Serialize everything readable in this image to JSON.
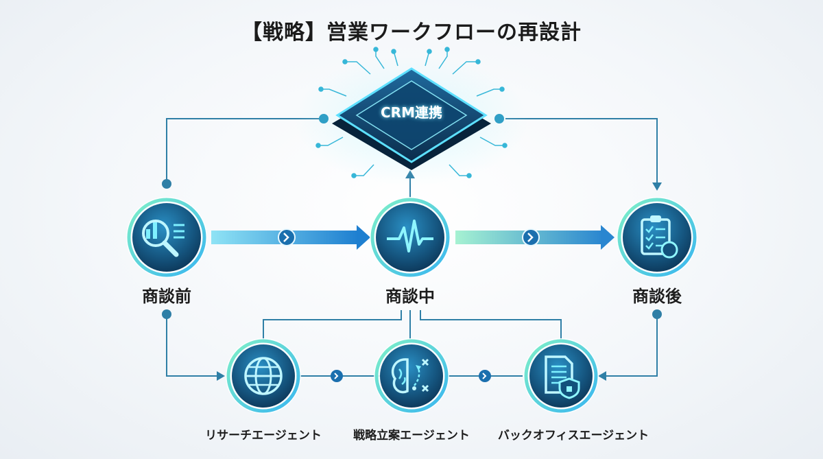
{
  "title": "【戦略】営業ワークフローの再設計",
  "chip": {
    "label": "CRM連携"
  },
  "stages": {
    "before": {
      "label": "商談前",
      "icon": "data-search-icon"
    },
    "during": {
      "label": "商談中",
      "icon": "heartbeat-pulse-icon"
    },
    "after": {
      "label": "商談後",
      "icon": "clipboard-checklist-icon"
    }
  },
  "agents": {
    "research": {
      "label": "リサーチエージェント",
      "icon": "globe-icon"
    },
    "strategy": {
      "label": "戦略立案エージェント",
      "icon": "brain-strategy-icon"
    },
    "backoffice": {
      "label": "バックオフィスエージェント",
      "icon": "document-shield-icon"
    }
  },
  "colors": {
    "primary": "#1a5f8f",
    "cyan": "#3ad6f0",
    "mint": "#5ee8b5",
    "dark": "#0c3a5e",
    "line": "#2f7fa6"
  }
}
